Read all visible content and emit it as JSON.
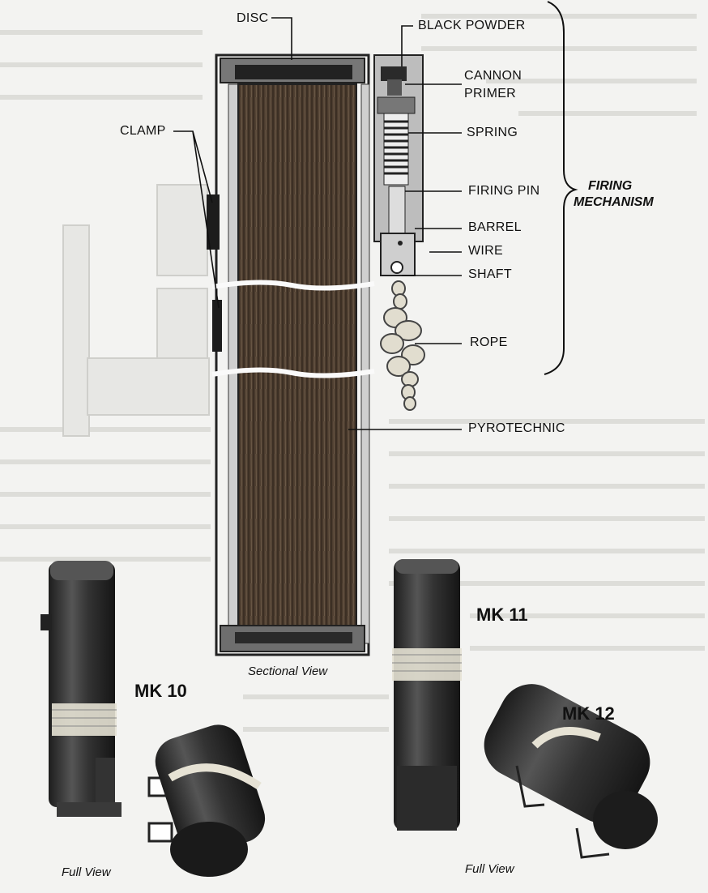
{
  "labels": {
    "disc": "DISC",
    "black_powder": "BLACK POWDER",
    "cannon_primer_1": "CANNON",
    "cannon_primer_2": "PRIMER",
    "spring": "SPRING",
    "clamp": "CLAMP",
    "firing_pin": "FIRING PIN",
    "barrel": "BARREL",
    "wire": "WIRE",
    "shaft": "SHAFT",
    "rope": "ROPE",
    "pyrotechnic": "PYROTECHNIC",
    "firing_mechanism_1": "FIRING",
    "firing_mechanism_2": "MECHANISM"
  },
  "captions": {
    "sectional_view": "Sectional View",
    "full_view_left": "Full View",
    "full_view_right": "Full View"
  },
  "models": {
    "mk10": "MK 10",
    "mk11": "MK 11",
    "mk12": "MK 12"
  },
  "colors": {
    "paper": "#f3f3f1",
    "ink": "#111111",
    "dark_metal": "#2a2a2a",
    "wood_fill": "#4a3a2c",
    "rope": "#d8d4c4"
  }
}
